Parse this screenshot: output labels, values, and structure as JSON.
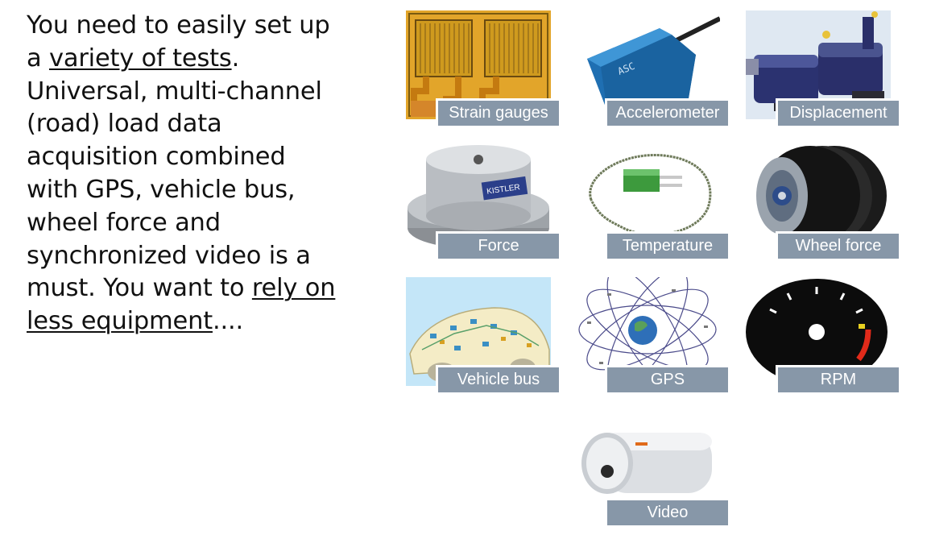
{
  "intro": {
    "t1": "You need to easily set up a ",
    "t2": "variety of tests",
    "t3": ". Universal, multi-channel (road) load data acquisition combined with GPS, vehicle bus, wheel force and synchronized video is a must. You want to ",
    "t4": "rely on less equipment",
    "t5": "...."
  },
  "sensors": [
    {
      "label": "Strain gauges"
    },
    {
      "label": "Accelerometer"
    },
    {
      "label": "Displacement"
    },
    {
      "label": "Force"
    },
    {
      "label": "Temperature"
    },
    {
      "label": "Wheel force"
    },
    {
      "label": "Vehicle bus"
    },
    {
      "label": "GPS"
    },
    {
      "label": "RPM"
    },
    {
      "label": "Video"
    }
  ],
  "colors": {
    "label_bg": "#8797a8",
    "label_text": "#ffffff"
  }
}
